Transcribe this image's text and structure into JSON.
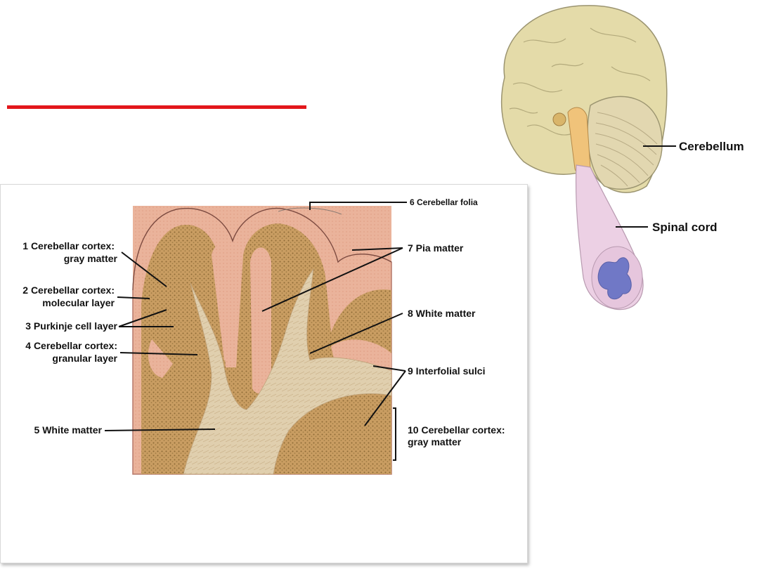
{
  "colors": {
    "accent": "#e3171b",
    "tissue_outer": "#e9a88f",
    "tissue_granular": "#c69a5f",
    "white_matter": "#ddc9a5",
    "brain_tan": "#e6ddb0",
    "spinal_cord": "#e8c6df",
    "spinal_gray": "#6f78c4"
  },
  "histology": {
    "labels": {
      "l1a": "1 Cerebellar cortex:",
      "l1b": "gray matter",
      "l2a": "2 Cerebellar cortex:",
      "l2b": "molecular layer",
      "l3": "3 Purkinje cell layer",
      "l4a": "4 Cerebellar cortex:",
      "l4b": "granular layer",
      "l5": "5 White matter",
      "l6": "6 Cerebellar folia",
      "l7": "7 Pia matter",
      "l8": "8 White matter",
      "l9": "9 Interfolial sulci",
      "l10a": "10 Cerebellar cortex:",
      "l10b": "gray matter"
    }
  },
  "brain_figure": {
    "labels": {
      "cerebellum": "Cerebellum",
      "spinal_cord": "Spinal cord"
    }
  }
}
